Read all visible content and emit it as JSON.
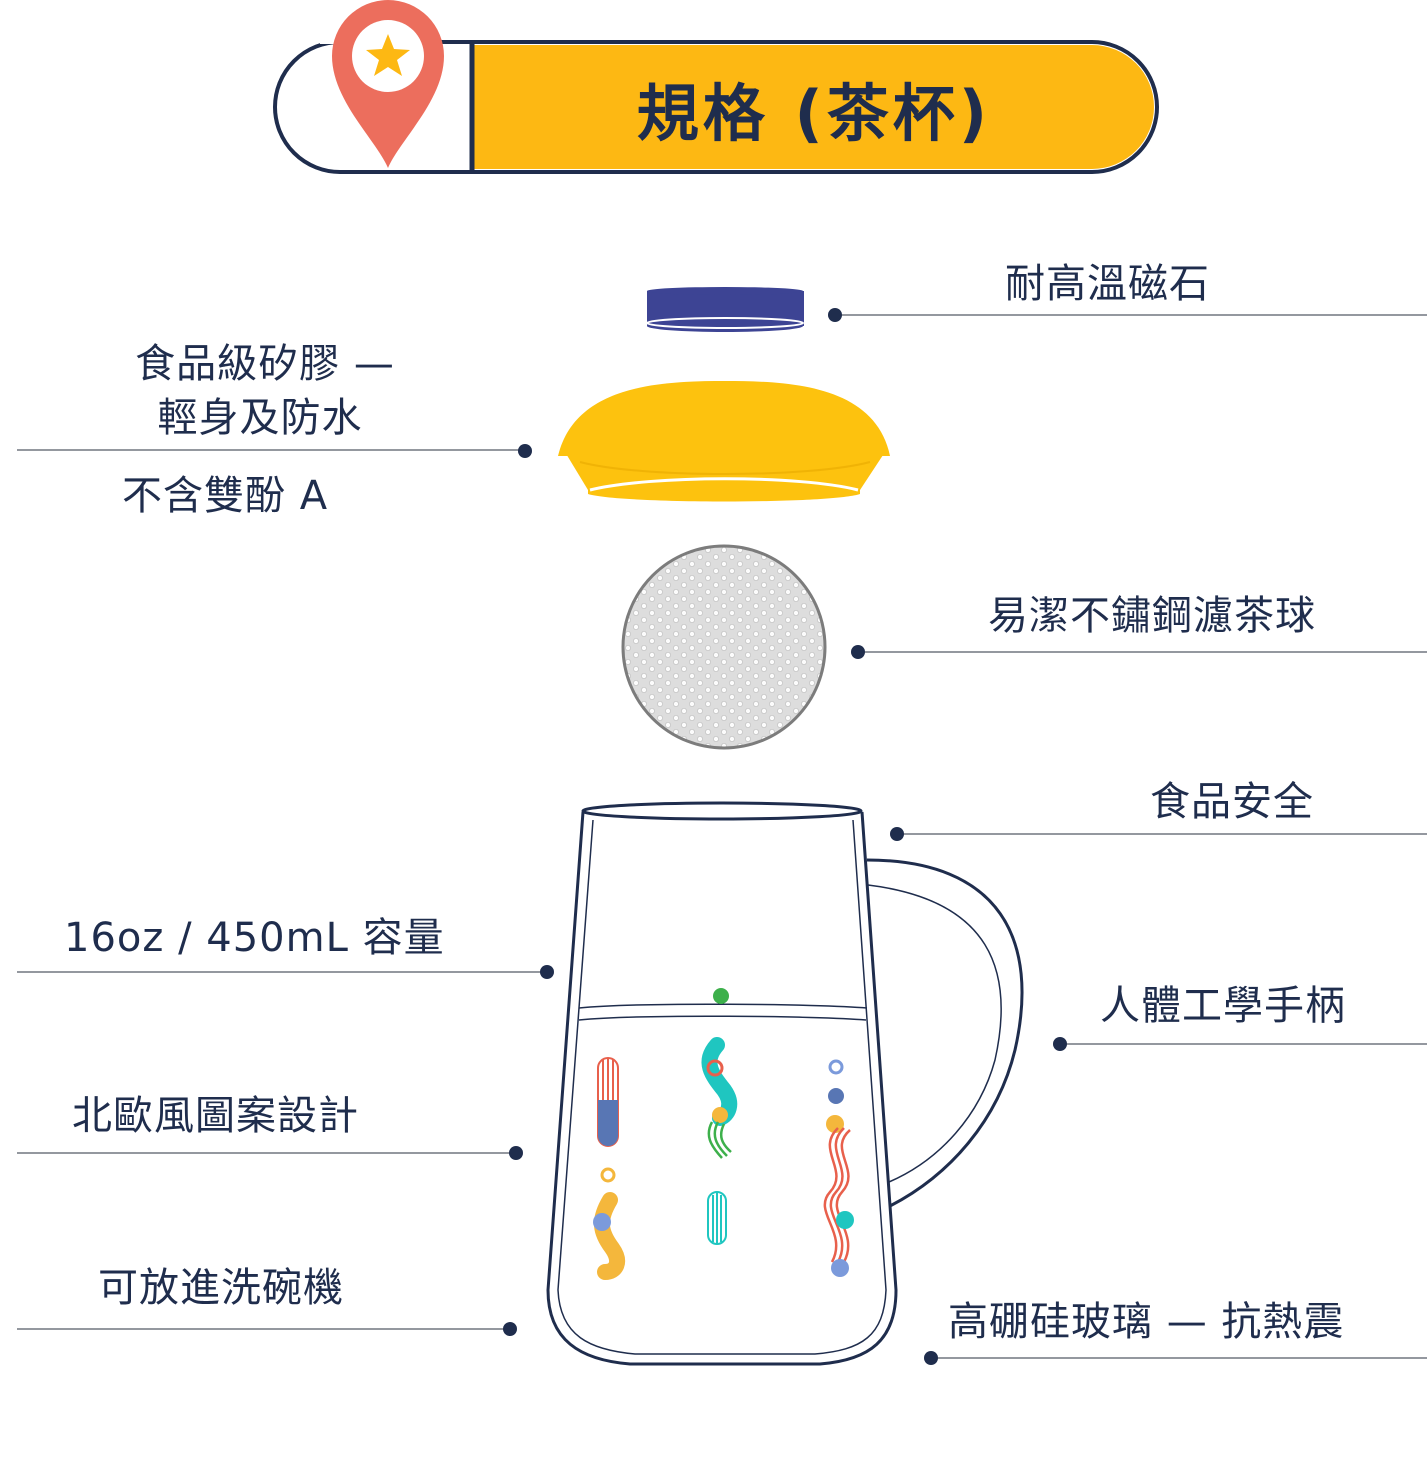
{
  "header": {
    "title": "規格 (茶杯)",
    "banner_color": "#FDB813",
    "pin_color": "#EC6E5D",
    "star_color": "#FDB813",
    "icon": "location-pin-star-icon"
  },
  "callouts": {
    "magnet": "耐高溫磁石",
    "silicone_line1": "食品級矽膠 —",
    "silicone_line2": "輕身及防水",
    "bpa_free": "不含雙酚 A",
    "filter": "易潔不鏽鋼濾茶球",
    "food_safe": "食品安全",
    "capacity": "16oz / 450mL 容量",
    "handle": "人體工學手柄",
    "pattern": "北歐風圖案設計",
    "dishwasher": "可放進洗碗機",
    "glass": "高硼硅玻璃 — 抗熱震"
  },
  "colors": {
    "outline": "#1f2d4d",
    "magnet": "#3D4494",
    "lid": "#FDC20E",
    "filter": "#DDDDDD"
  }
}
